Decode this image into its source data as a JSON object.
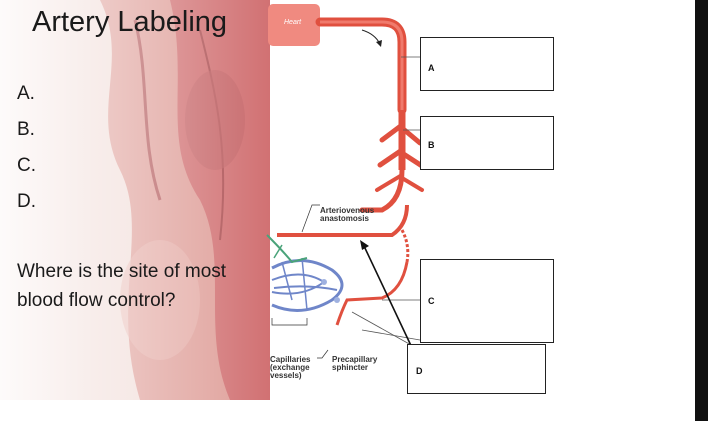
{
  "slide": {
    "title": "Artery Labeling",
    "list_items": [
      "A.",
      "B.",
      "C.",
      "D."
    ],
    "question": "Where is the site of most blood flow control?"
  },
  "diagram": {
    "heart_label": "Heart",
    "anastomosis_label": [
      "Arteriovenous",
      "anastomosis"
    ],
    "capillaries_label": [
      "Capillaries",
      "(exchange",
      "vessels)"
    ],
    "sphincter_label": [
      "Precapillary",
      "sphincter"
    ],
    "boxes": [
      "A",
      "B",
      "C",
      "D"
    ]
  },
  "colors": {
    "artery": "#e0503f",
    "artery_dark": "#b9372a",
    "vein": "#6f86c9",
    "lymph": "#4aa37a",
    "tissue": "#c9585a"
  }
}
